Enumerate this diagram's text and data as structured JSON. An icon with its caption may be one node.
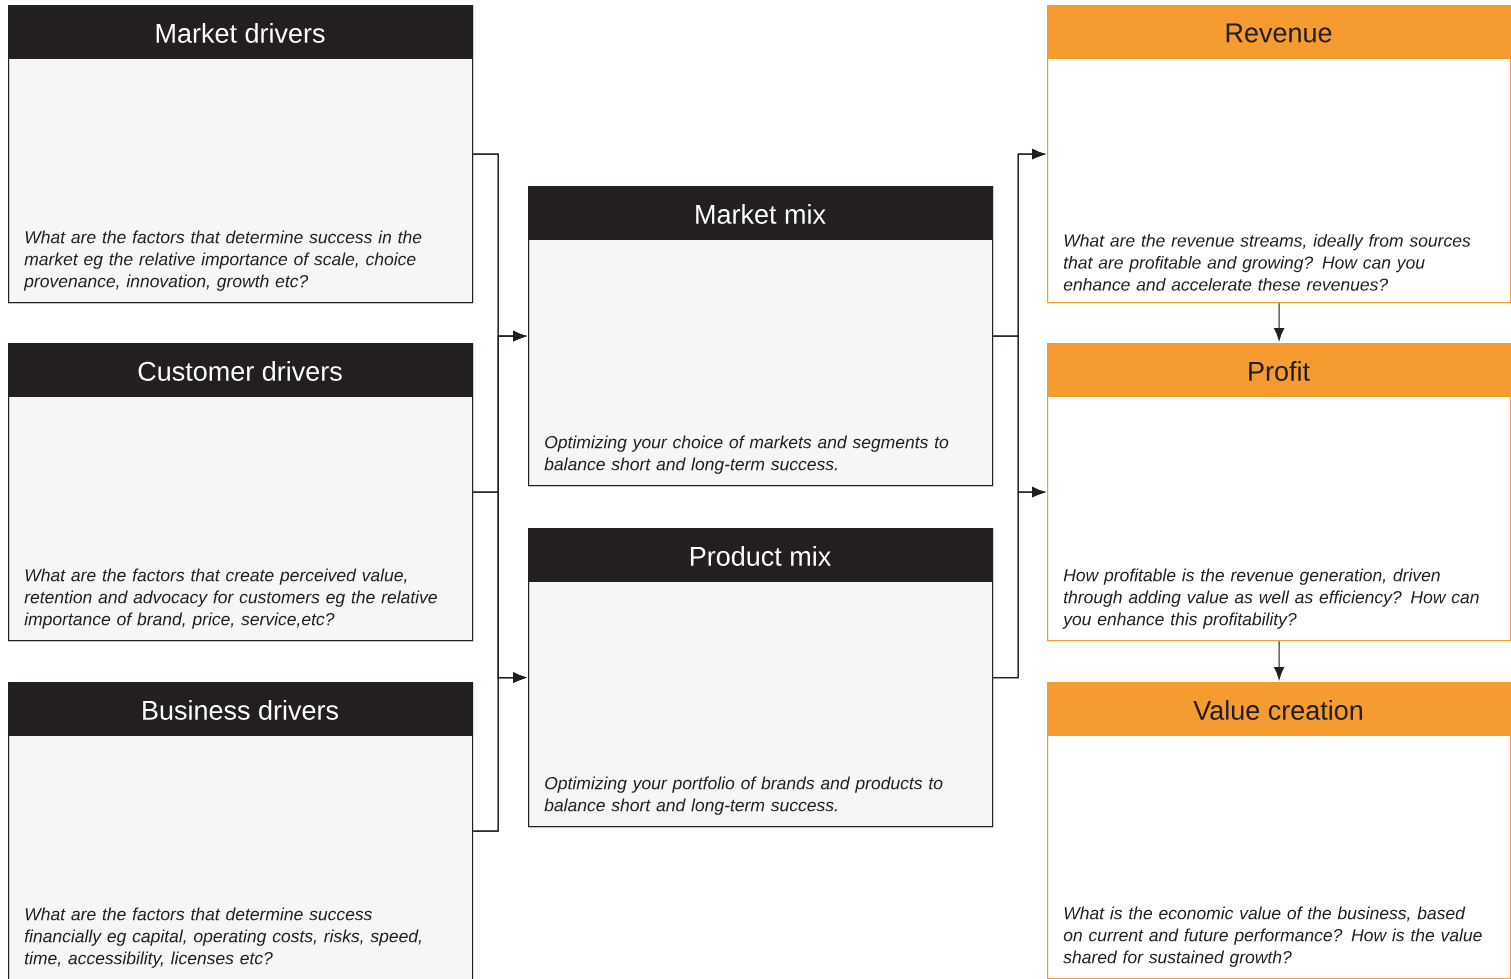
{
  "diagram": {
    "nodes": [
      {
        "text": [
          "Market drivers",
          "What are the factors that determine success in the market eg the relative importance of scale, choice provenance, innovation, growth etc?"
        ]
      },
      {
        "text": [
          "Customer drivers",
          "What are the factors that create perceived value, retention and advocacy for customers eg the relative importance of brand, price, service,etc?"
        ]
      },
      {
        "text": [
          "Business drivers",
          "What are the factors that determine success financially eg capital, operating costs, risks, speed, time, accessibility, licenses etc?"
        ]
      },
      {
        "text": [
          "Market mix",
          "Optimizing your choice of markets and segments to balance short and long-term success."
        ]
      },
      {
        "text": [
          "Product mix",
          "Optimizing your portfolio of brands and products to balance short and long-term success."
        ]
      },
      {
        "text": [
          "Revenue",
          "What are the revenue streams, ideally from sources that are profitable and growing? How can you enhance and accelerate these revenues?"
        ]
      },
      {
        "text": [
          "Profit",
          "How profitable is the revenue generation, driven through adding value as well as efficiency? How can you enhance this profitability?"
        ]
      },
      {
        "text": [
          "Value creation",
          "What is the economic value of the business, based on current and future performance? How is the value shared for sustained growth?"
        ]
      }
    ],
    "edges": [
      {
        "from": 0,
        "to": 3,
        "arrow": "to"
      },
      {
        "from": 0,
        "to": 4,
        "arrow": "to"
      },
      {
        "from": 1,
        "to": 3,
        "arrow": "to"
      },
      {
        "from": 1,
        "to": 4,
        "arrow": "to"
      },
      {
        "from": 2,
        "to": 3,
        "arrow": "to"
      },
      {
        "from": 2,
        "to": 4,
        "arrow": "to"
      },
      {
        "from": 3,
        "to": 5,
        "arrow": "to"
      },
      {
        "from": 3,
        "to": 6,
        "arrow": "to"
      },
      {
        "from": 4,
        "to": 5,
        "arrow": "to"
      },
      {
        "from": 4,
        "to": 6,
        "arrow": "to"
      },
      {
        "from": 5,
        "to": 6,
        "arrow": "to"
      },
      {
        "from": 6,
        "to": 7,
        "arrow": "to"
      }
    ]
  }
}
